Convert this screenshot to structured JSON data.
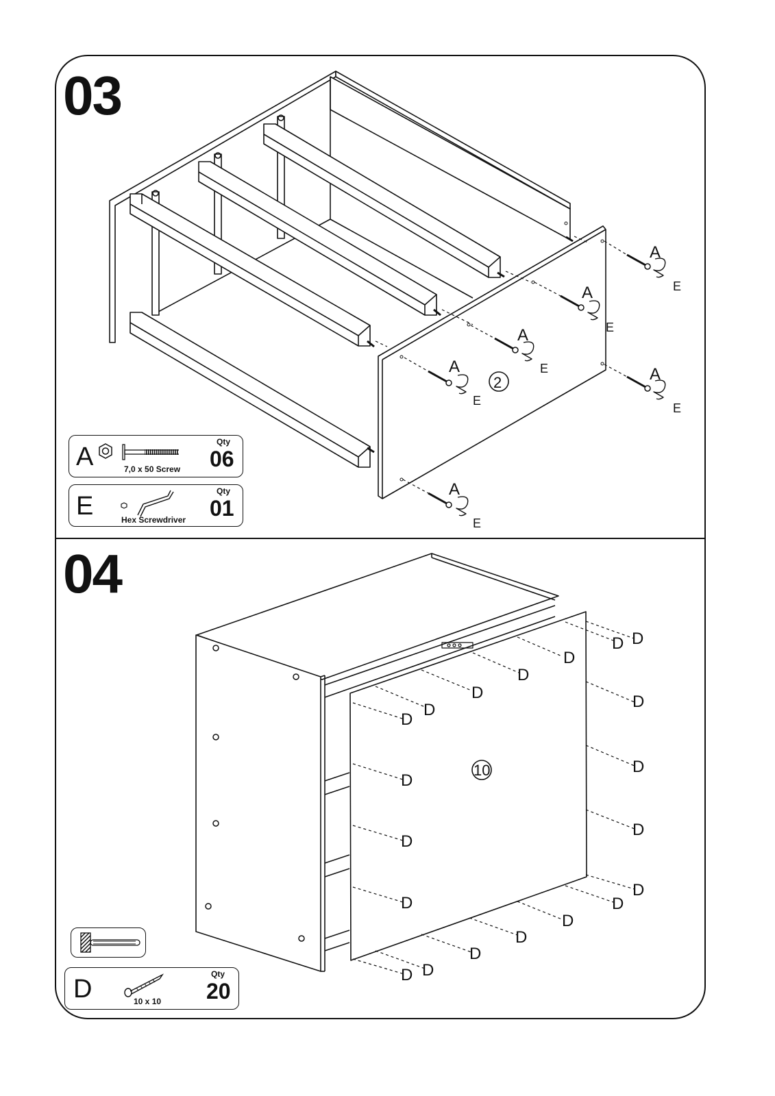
{
  "steps": [
    {
      "number": "03",
      "panel_label": "2",
      "screw_callouts": [
        {
          "screw": "A",
          "tool": "E"
        },
        {
          "screw": "A",
          "tool": "E"
        },
        {
          "screw": "A",
          "tool": "E"
        },
        {
          "screw": "A",
          "tool": "E"
        },
        {
          "screw": "A",
          "tool": "E"
        },
        {
          "screw": "A",
          "tool": "E"
        }
      ],
      "parts": [
        {
          "letter": "A",
          "caption": "7,0 x 50  Screw",
          "qty_label": "Qty",
          "qty": "06",
          "icon": "screw-icon"
        },
        {
          "letter": "E",
          "caption": "Hex Screwdriver",
          "qty_label": "Qty",
          "qty": "01",
          "icon": "hex-key-icon"
        }
      ]
    },
    {
      "number": "04",
      "panel_label": "10",
      "nail_letter": "D",
      "tool_icon": "hammer-icon",
      "parts": [
        {
          "letter": "D",
          "caption": "10 x 10",
          "qty_label": "Qty",
          "qty": "20",
          "icon": "nail-icon"
        }
      ]
    }
  ]
}
